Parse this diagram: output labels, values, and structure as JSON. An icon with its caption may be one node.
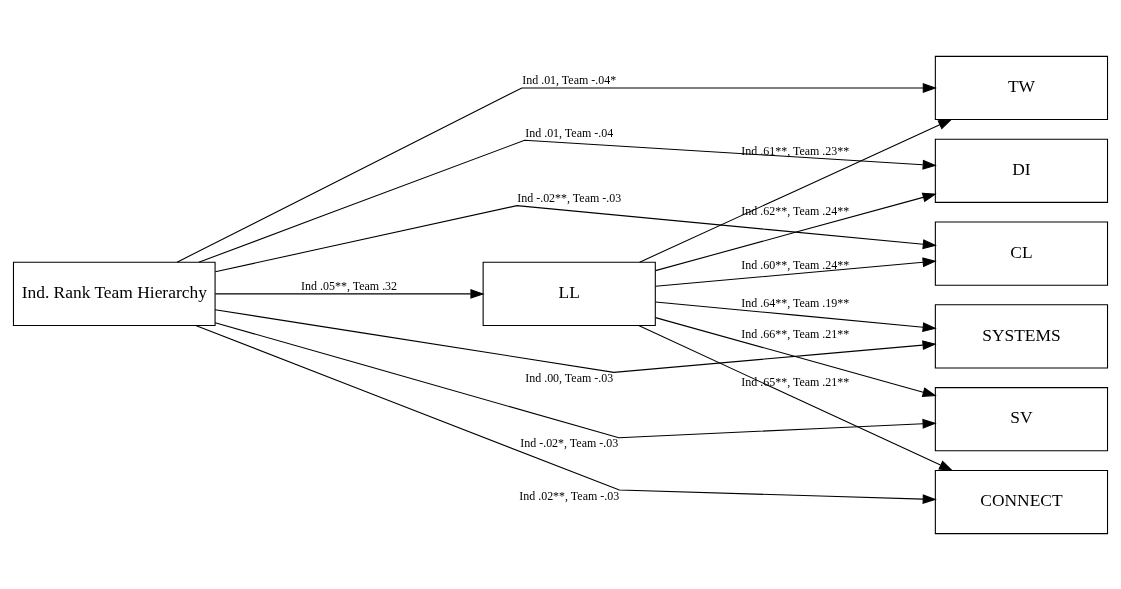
{
  "diagram": {
    "nodes": [
      {
        "text": [
          "Ind. Rank Team Hierarchy"
        ]
      },
      {
        "text": [
          "LL"
        ]
      },
      {
        "text": [
          "CL"
        ]
      },
      {
        "text": [
          "DI"
        ]
      },
      {
        "text": [
          "TW"
        ]
      },
      {
        "text": [
          "SYSTEMS"
        ]
      },
      {
        "text": [
          "SV"
        ]
      },
      {
        "text": [
          "CONNECT"
        ]
      }
    ],
    "edges": [
      {
        "from": 0,
        "to": 1,
        "arrow": "to",
        "label": "Ind .05**, Team .32"
      },
      {
        "from": 0,
        "to": 2,
        "arrow": "to",
        "label": "Ind -.02**, Team -.03"
      },
      {
        "from": 0,
        "to": 3,
        "arrow": "to",
        "label": "Ind .01, Team -.04"
      },
      {
        "from": 0,
        "to": 4,
        "arrow": "to",
        "label": "Ind .01, Team -.04*"
      },
      {
        "from": 0,
        "to": 5,
        "arrow": "to",
        "label": "Ind .00, Team -.03"
      },
      {
        "from": 0,
        "to": 6,
        "arrow": "to",
        "label": "Ind -.02*, Team -.03"
      },
      {
        "from": 0,
        "to": 7,
        "arrow": "to",
        "label": "Ind .02**, Team -.03"
      },
      {
        "from": 1,
        "to": 2,
        "arrow": "to",
        "label": "Ind .60**, Team .24**"
      },
      {
        "from": 1,
        "to": 3,
        "arrow": "to",
        "label": "Ind .62**, Team .24**"
      },
      {
        "from": 1,
        "to": 4,
        "arrow": "to",
        "label": "Ind .61**, Team .23**"
      },
      {
        "from": 1,
        "to": 5,
        "arrow": "to",
        "label": "Ind .64**, Team .19**"
      },
      {
        "from": 1,
        "to": 6,
        "arrow": "to",
        "label": "Ind .66**, Team .21**"
      },
      {
        "from": 1,
        "to": 7,
        "arrow": "to",
        "label": "Ind .65**, Team .21**"
      }
    ]
  }
}
